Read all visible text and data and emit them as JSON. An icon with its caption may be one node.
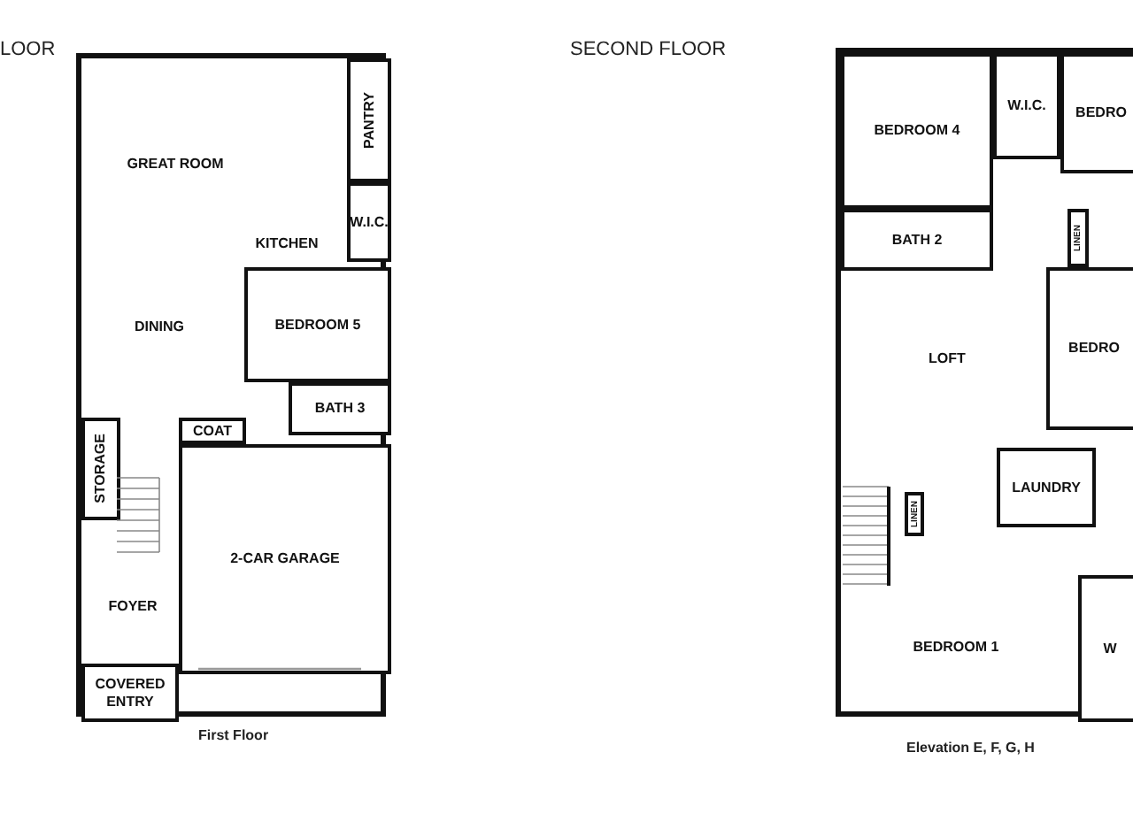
{
  "diagram": {
    "nodes": [
      {
        "text": [],
        "shape": "box"
      },
      {
        "text": [
          "GREAT ROOM"
        ],
        "in": 0
      },
      {
        "text": [
          "PANTRY"
        ],
        "in": 0
      },
      {
        "text": [
          "KITCHEN"
        ],
        "in": 0
      },
      {
        "text": [
          "W.I.C."
        ],
        "in": 0
      },
      {
        "text": [
          "DINING"
        ],
        "in": 0
      },
      {
        "text": [
          "BEDROOM 5"
        ],
        "in": 0
      },
      {
        "text": [
          "BATH 3"
        ],
        "in": 0
      },
      {
        "text": [
          "COAT"
        ],
        "in": 0
      },
      {
        "text": [
          "STORAGE"
        ],
        "in": 0
      },
      {
        "text": [
          "2-CAR GARAGE"
        ],
        "in": 0
      },
      {
        "text": [
          "FOYER"
        ],
        "in": 0
      },
      {
        "text": [
          "COVERED ENTRY"
        ],
        "in": 0
      },
      {
        "text": [],
        "shape": "box"
      },
      {
        "text": [
          "BEDROOM 4"
        ],
        "in": 13
      },
      {
        "text": [
          "W.I.C."
        ],
        "in": 13
      },
      {
        "text": [
          "BEDRO"
        ],
        "in": 13
      },
      {
        "text": [
          "BATH 2"
        ],
        "in": 13
      },
      {
        "text": [
          "LINEN"
        ],
        "in": 13
      },
      {
        "text": [
          "LOFT"
        ],
        "in": 13
      },
      {
        "text": [
          "BEDRO"
        ],
        "in": 13
      },
      {
        "text": [
          "LINEN"
        ],
        "in": 13
      },
      {
        "text": [
          "LAUNDRY"
        ],
        "in": 13
      },
      {
        "text": [
          "BEDROOM 1"
        ],
        "in": 13
      },
      {
        "text": [
          "W"
        ],
        "in": 13
      }
    ],
    "labels": [
      "LOOR",
      "SECOND FLOOR",
      "First Floor",
      "Elevation E, F, G, H"
    ]
  }
}
